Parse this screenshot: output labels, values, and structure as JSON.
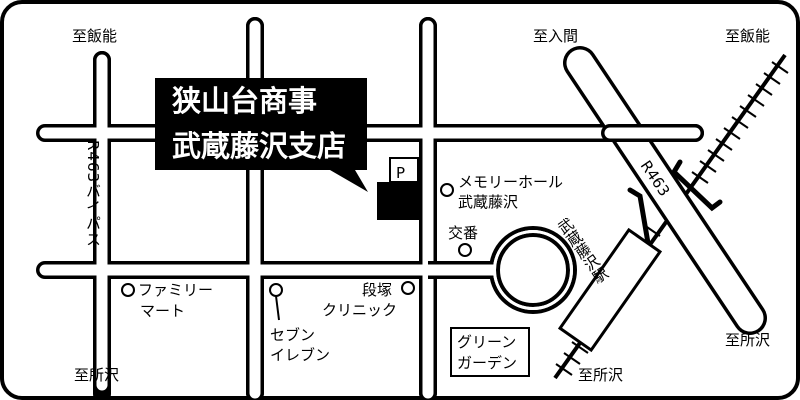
{
  "map": {
    "title_line1": "狭山台商事",
    "title_line2": "武蔵藤沢支店",
    "parking_label": "P",
    "colors": {
      "ink": "#000000",
      "paper": "#ffffff"
    },
    "directions": {
      "to_hanno_left": "至飯能",
      "to_hanno_right": "至飯能",
      "to_iruma": "至入間",
      "to_tokorozawa_left": "至所沢",
      "to_tokorozawa_rail": "至所沢",
      "to_tokorozawa_right": "至所沢"
    },
    "roads": {
      "bypass_label": "R463バイパス",
      "r463_label": "R463"
    },
    "landmarks": {
      "memorial_hall_line1": "メモリーホール",
      "memorial_hall_line2": "武蔵藤沢",
      "police_box": "交番",
      "familymart_line1": "ファミリー",
      "familymart_line2": "マート",
      "seven_line1": "セブン",
      "seven_line2": "イレブン",
      "clinic_line1": "段塚",
      "clinic_line2": "クリニック",
      "green_garden_line1": "グリーン",
      "green_garden_line2": "ガーデン"
    },
    "station": {
      "name": "武蔵藤沢駅"
    }
  }
}
